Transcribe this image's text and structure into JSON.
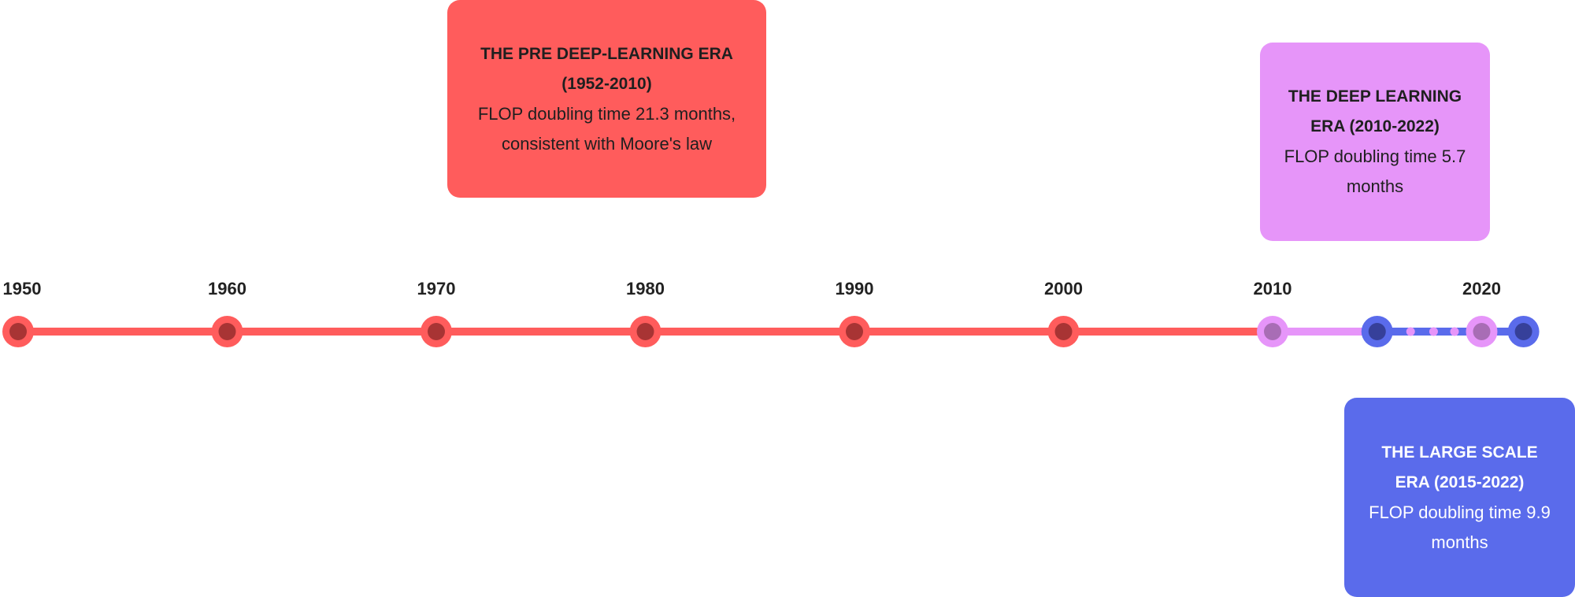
{
  "eras": [
    {
      "title": "THE PRE DEEP-LEARNING ERA (1952-2010)",
      "body": "FLOP doubling time 21.3 months, consistent with Moore's law"
    },
    {
      "title": "THE DEEP LEARNING ERA (2010-2022)",
      "body": "FLOP doubling time 5.7 months"
    },
    {
      "title": "THE LARGE SCALE ERA (2015-2022)",
      "body": "FLOP doubling time 9.9 months"
    }
  ],
  "year_labels": [
    "1950",
    "1960",
    "1970",
    "1980",
    "1990",
    "2000",
    "2010",
    "2020"
  ],
  "timeline": {
    "start": 1950,
    "end": 2022,
    "segments": [
      {
        "from": 1950,
        "to": 2010,
        "color": "#FF5C5C"
      },
      {
        "from": 2010,
        "to": 2015,
        "color": "#E695F9"
      },
      {
        "from": 2015,
        "to": 2022,
        "color": "#5A6BEB"
      }
    ],
    "dots": [
      {
        "year": 1950,
        "outer": "#FF5C5C",
        "inner": "#A83434"
      },
      {
        "year": 1960,
        "outer": "#FF5C5C",
        "inner": "#A83434"
      },
      {
        "year": 1970,
        "outer": "#FF5C5C",
        "inner": "#A83434"
      },
      {
        "year": 1980,
        "outer": "#FF5C5C",
        "inner": "#A83434"
      },
      {
        "year": 1990,
        "outer": "#FF5C5C",
        "inner": "#A83434"
      },
      {
        "year": 2000,
        "outer": "#FF5C5C",
        "inner": "#A83434"
      },
      {
        "year": 2010,
        "outer": "#E695F9",
        "inner": "#A86DB5"
      },
      {
        "year": 2015,
        "outer": "#5A6BEB",
        "inner": "#36409A"
      },
      {
        "year": 2020,
        "outer": "#E695F9",
        "inner": "#A86DB5"
      },
      {
        "year": 2022,
        "outer": "#5A6BEB",
        "inner": "#36409A"
      }
    ],
    "minor_dots": [
      2016.6,
      2017.7,
      2018.7
    ],
    "minor_color": "#E695F9"
  }
}
